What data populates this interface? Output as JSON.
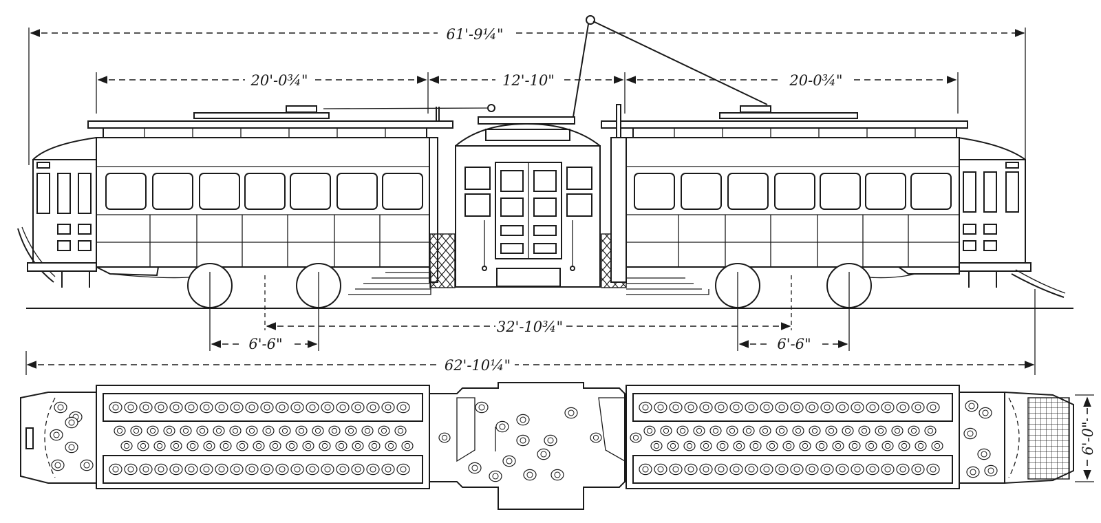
{
  "dimensions": {
    "overall_body": "61'-9¼\"",
    "left_section": "20'-0¾\"",
    "center_section": "12'-10\"",
    "right_section": "20-0¾\"",
    "truck_centers": "32'-10¾\"",
    "left_wheelbase": "6'-6\"",
    "right_wheelbase": "6'-6\"",
    "overall_length": "62'-10¼\"",
    "width": "6'-0\""
  }
}
